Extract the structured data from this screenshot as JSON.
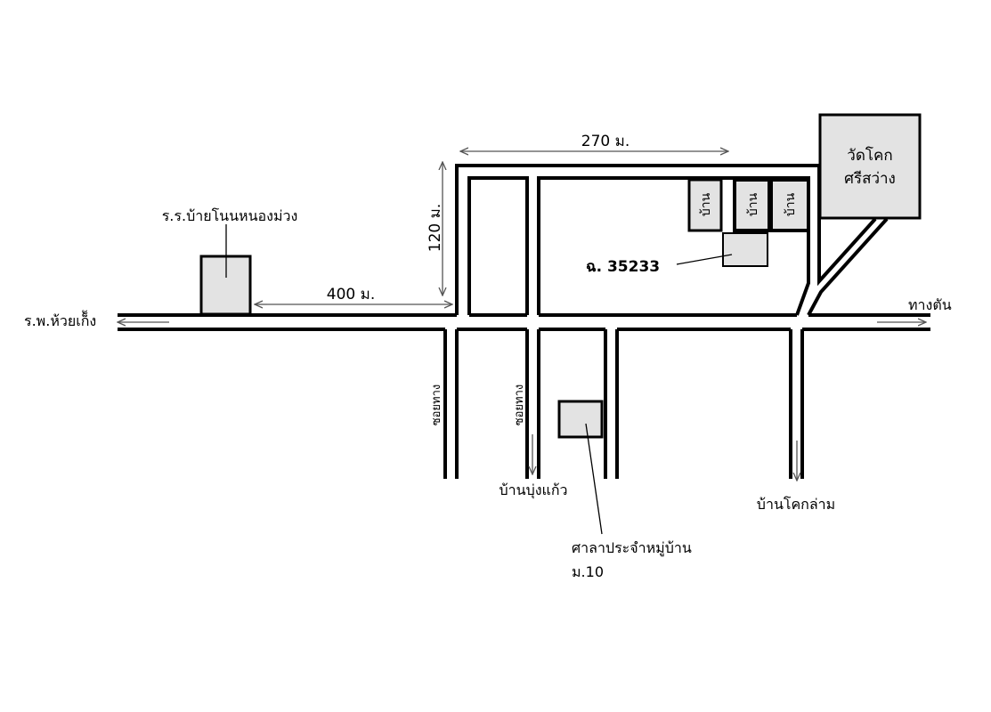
{
  "labels": {
    "school": "ร.ร.บ้ายโนนหนองม่วง",
    "hospital": "ร.พ.ห้วยเก็้ง",
    "dist_400": "400 ม.",
    "dist_270": "270 ม.",
    "dist_120": "120 ม.",
    "temple_line1": "วัดโคก",
    "temple_line2": "ศรีสว่าง",
    "house": "บ้าน",
    "code": "ฉ. 35233",
    "to_town": "ทางตัน",
    "soi_1": "ซอยทาง",
    "soi_2": "ซอยทาง",
    "ban_bung_kaeo": "บ้านบุ่งแก้ว",
    "ban_khok_lam": "บ้านโคกล่าม",
    "sala_line1": "ศาลาประจำหมู่บ้าน",
    "sala_line2": "ม.10"
  },
  "colors": {
    "building_fill": "#e3e3e3",
    "line": "#000000",
    "arrow": "#555555"
  }
}
